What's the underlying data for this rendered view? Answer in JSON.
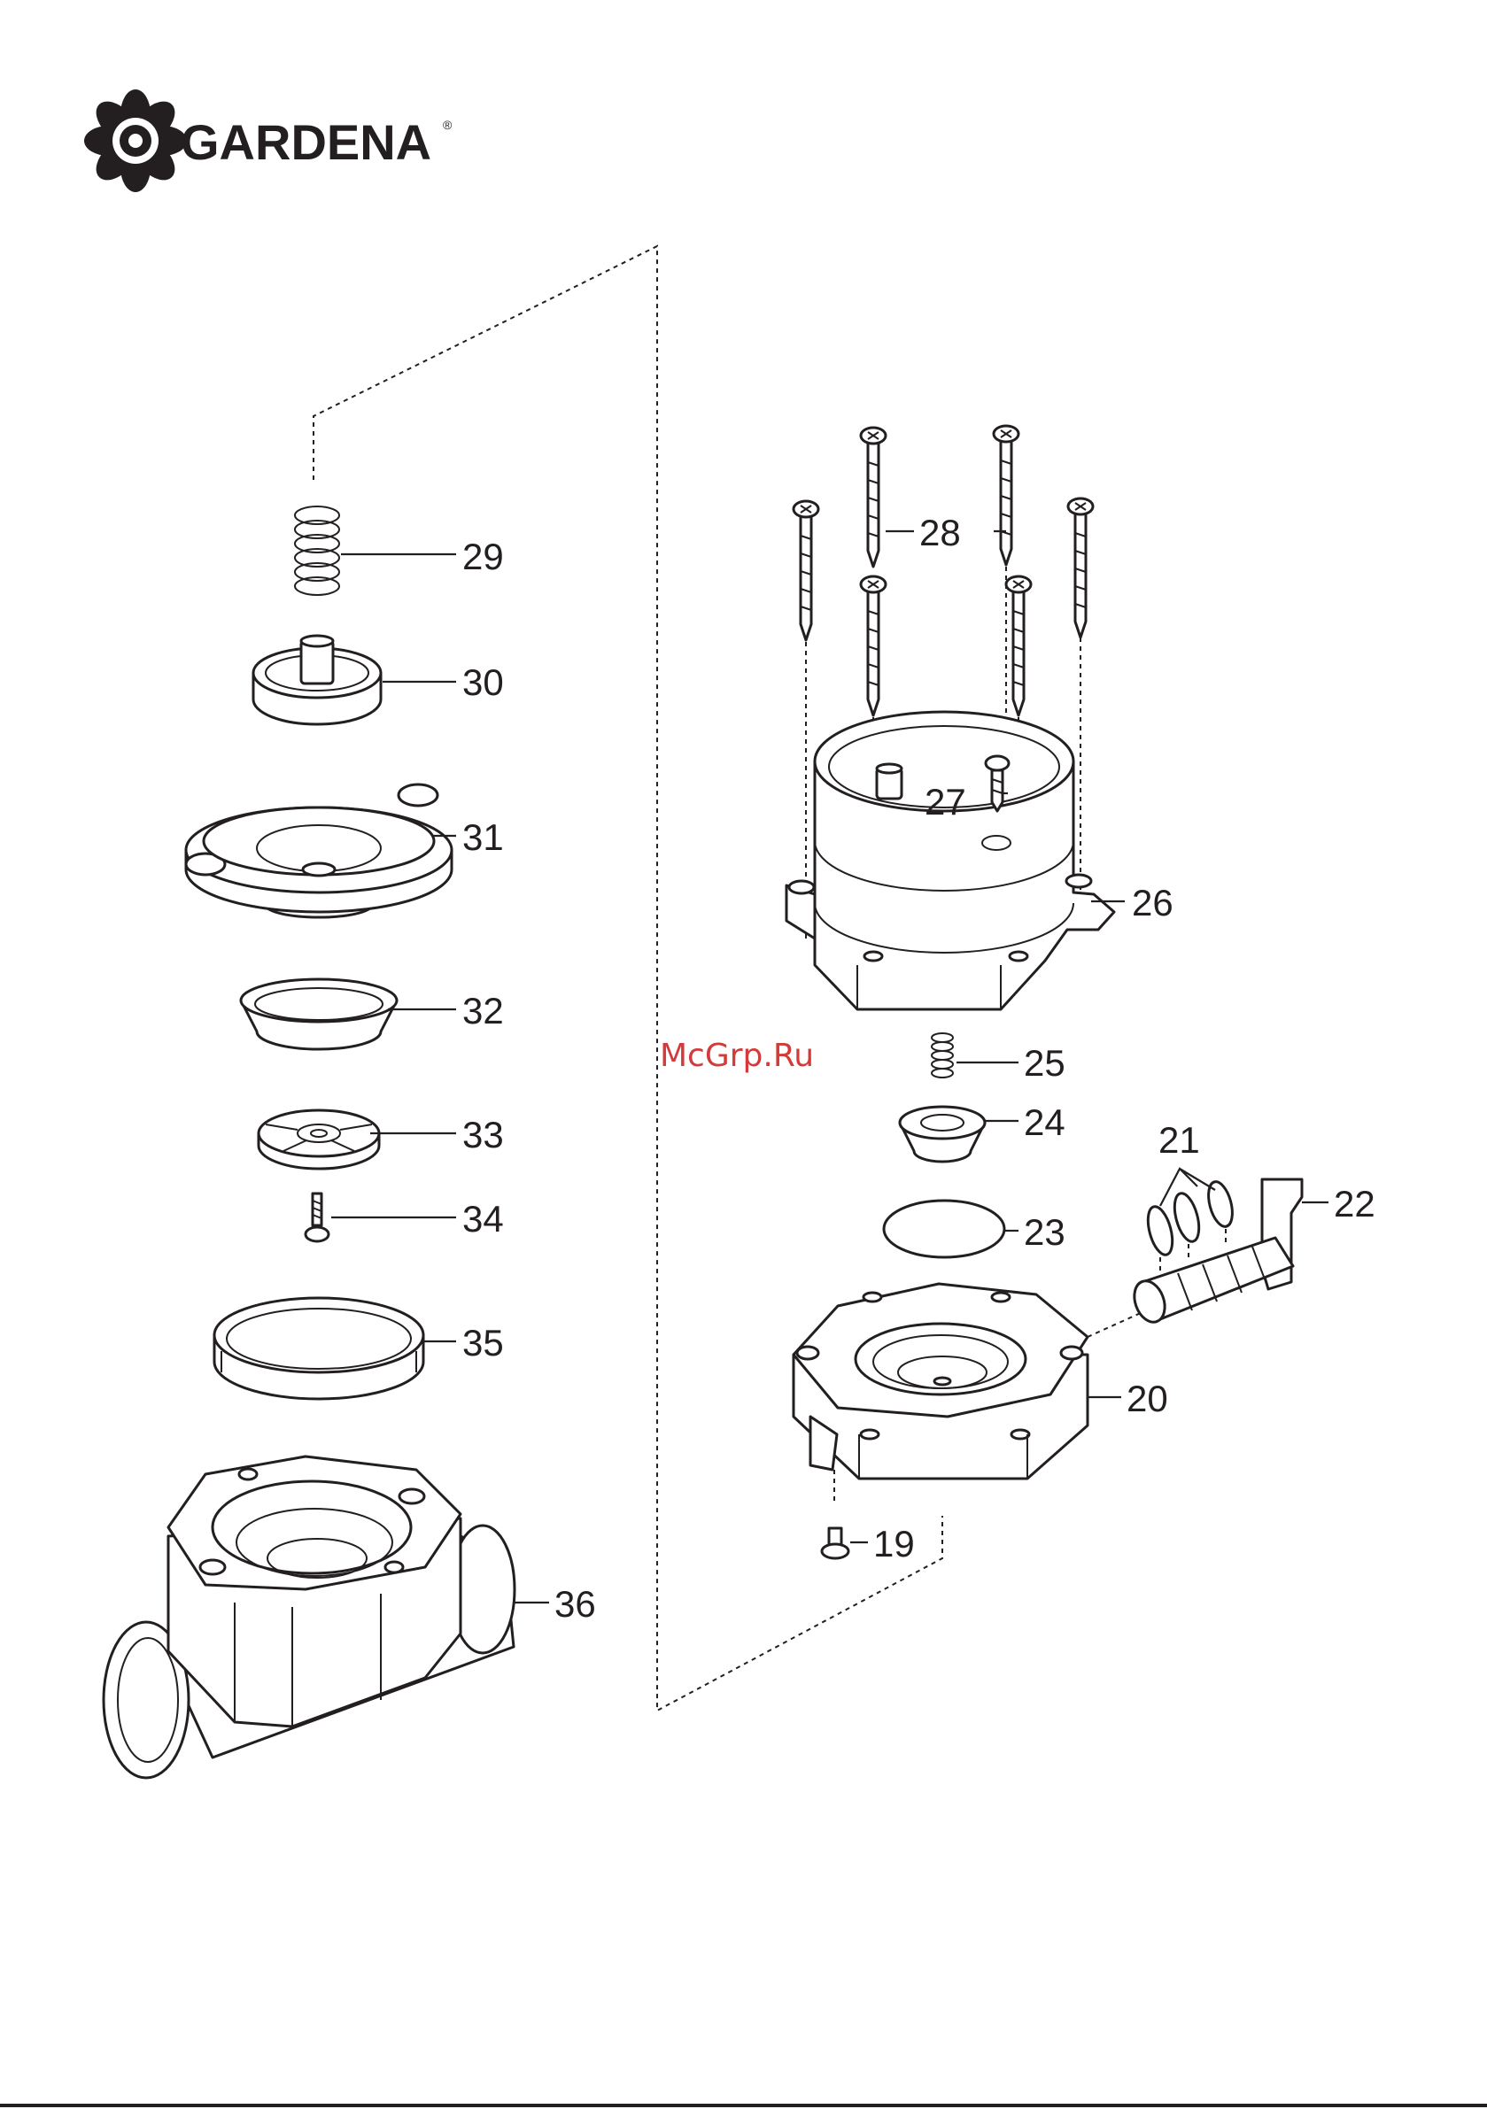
{
  "brand": {
    "name": "GARDENA",
    "reg": "®",
    "icon": "gardena-flower-logo-icon"
  },
  "watermark": "McGrp.Ru",
  "parts": [
    {
      "id": "29",
      "label": "29"
    },
    {
      "id": "30",
      "label": "30"
    },
    {
      "id": "31",
      "label": "31"
    },
    {
      "id": "32",
      "label": "32"
    },
    {
      "id": "33",
      "label": "33"
    },
    {
      "id": "34",
      "label": "34"
    },
    {
      "id": "35",
      "label": "35"
    },
    {
      "id": "36",
      "label": "36"
    },
    {
      "id": "28",
      "label": "28"
    },
    {
      "id": "27",
      "label": "27"
    },
    {
      "id": "26",
      "label": "26"
    },
    {
      "id": "25",
      "label": "25"
    },
    {
      "id": "24",
      "label": "24"
    },
    {
      "id": "21",
      "label": "21"
    },
    {
      "id": "22",
      "label": "22"
    },
    {
      "id": "23",
      "label": "23"
    },
    {
      "id": "20",
      "label": "20"
    },
    {
      "id": "19",
      "label": "19"
    }
  ]
}
